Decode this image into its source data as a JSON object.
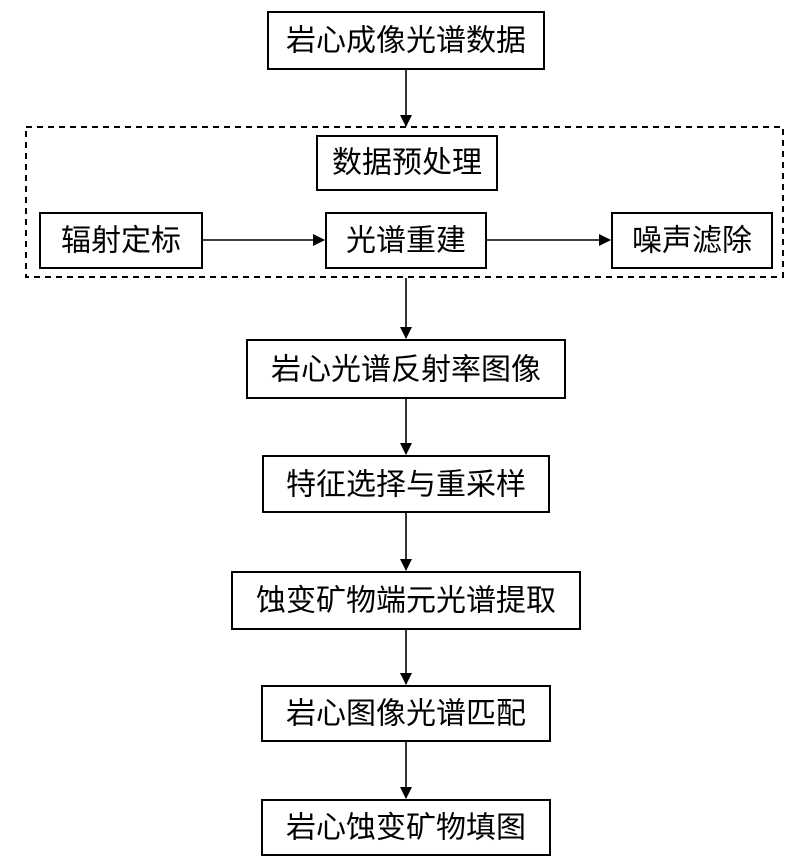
{
  "diagram": {
    "nodes": {
      "core_spectral_data": "岩心成像光谱数据",
      "preprocessing": "数据预处理",
      "radiometric_calibration": "辐射定标",
      "spectral_reconstruction": "光谱重建",
      "noise_removal": "噪声滤除",
      "reflectance_image": "岩心光谱反射率图像",
      "feature_selection_resampling": "特征选择与重采样",
      "endmember_extraction": "蚀变矿物端元光谱提取",
      "spectral_matching": "岩心图像光谱匹配",
      "alteration_mapping": "岩心蚀变矿物填图"
    },
    "edges": [
      [
        "core_spectral_data",
        "preprocessing_group"
      ],
      [
        "radiometric_calibration",
        "spectral_reconstruction"
      ],
      [
        "spectral_reconstruction",
        "noise_removal"
      ],
      [
        "preprocessing_group",
        "reflectance_image"
      ],
      [
        "reflectance_image",
        "feature_selection_resampling"
      ],
      [
        "feature_selection_resampling",
        "endmember_extraction"
      ],
      [
        "endmember_extraction",
        "spectral_matching"
      ],
      [
        "spectral_matching",
        "alteration_mapping"
      ]
    ]
  }
}
